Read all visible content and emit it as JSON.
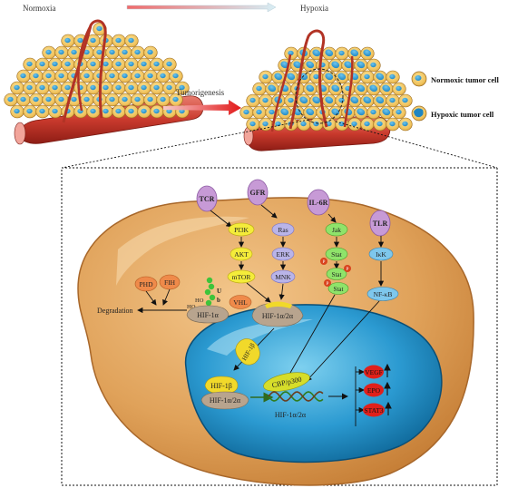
{
  "top": {
    "normoxia_label": "Normoxia",
    "hypoxia_label": "Hypoxia",
    "tumorigenesis_label": "Tumorigenesis",
    "legend": {
      "normoxic": "Normoxic tumor cell",
      "hypoxic": "Hypoxic tumor cell"
    }
  },
  "receptors": {
    "tcr": "TCR",
    "gfr": "GFR",
    "il6r": "IL-6R",
    "tlr": "TLR"
  },
  "pathway_tcr": {
    "pi3k": "PI3K",
    "akt": "AKT",
    "mtor": "mTOR"
  },
  "pathway_gfr": {
    "ras": "Ras",
    "erk": "ERK",
    "mnk": "MNK"
  },
  "pathway_il6r": {
    "jak": "Jak",
    "stat1": "Stat",
    "stat2": "Stat",
    "stat3": "Stat",
    "p1": "P",
    "p2": "P",
    "p3": "P"
  },
  "pathway_tlr": {
    "ikk": "IκK",
    "nfkb": "NF-κB"
  },
  "degradation": {
    "phd": "PHD",
    "fih": "FIH",
    "vhl": "VHL",
    "ub_u": "U",
    "ub_b": "b",
    "ho1": "HO",
    "ho2": "HO",
    "hif1a": "HIF-1α",
    "degradation_label": "Degradation"
  },
  "cytoplasm": {
    "hif_1a_2a": "HIF-1α/2α",
    "hif_1b": "HIF-1β"
  },
  "nucleus": {
    "hif_1b": "HIF-1β",
    "hif_1a_2a": "HIF-1α/2α",
    "cbp": "CBP/p300",
    "dna_hif": "HIF-1α/2α",
    "targets": [
      "VEGF",
      "EPO",
      "STAT3"
    ]
  }
}
